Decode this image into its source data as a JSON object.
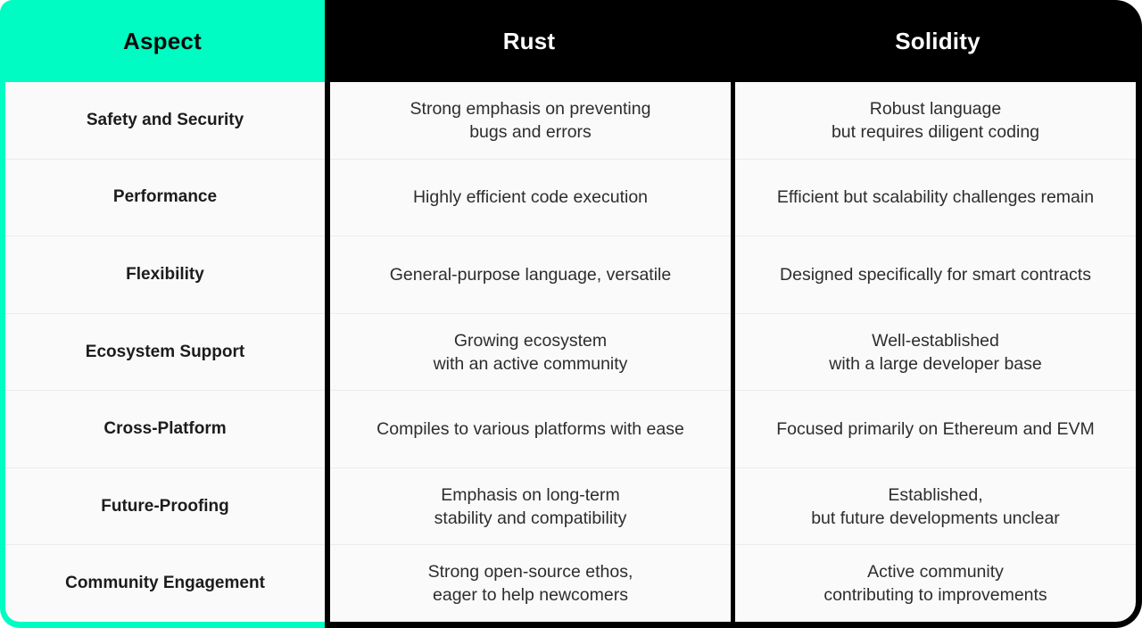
{
  "table": {
    "columns": [
      "Aspect",
      "Rust",
      "Solidity"
    ],
    "rows": [
      {
        "aspect": "Safety and Security",
        "rust": "Strong emphasis on preventing\nbugs and errors",
        "solidity": "Robust language\nbut requires diligent coding"
      },
      {
        "aspect": "Performance",
        "rust": "Highly efficient code execution",
        "solidity": "Efficient but scalability challenges remain"
      },
      {
        "aspect": "Flexibility",
        "rust": "General-purpose language, versatile",
        "solidity": "Designed specifically for smart contracts"
      },
      {
        "aspect": "Ecosystem Support",
        "rust": "Growing ecosystem\nwith an active community",
        "solidity": "Well-established\nwith a large developer base"
      },
      {
        "aspect": "Cross-Platform",
        "rust": "Compiles to various platforms with ease",
        "solidity": "Focused primarily on Ethereum and EVM"
      },
      {
        "aspect": "Future-Proofing",
        "rust": "Emphasis on long-term\nstability and compatibility",
        "solidity": "Established,\nbut future developments unclear"
      },
      {
        "aspect": "Community Engagement",
        "rust": "Strong open-source ethos,\neager to help newcomers",
        "solidity": "Active community\ncontributing to improvements"
      }
    ]
  },
  "colors": {
    "accent_teal": "#00fcc2",
    "header_black": "#000000",
    "body_background": "#fafafa",
    "row_separator": "#ececec",
    "aspect_text": "#1c1c1c",
    "cell_text": "#2d2d2d",
    "header_text_light": "#ffffff"
  },
  "chart_data": {
    "type": "table",
    "title": "Rust vs Solidity comparison",
    "columns": [
      "Aspect",
      "Rust",
      "Solidity"
    ],
    "rows": [
      [
        "Safety and Security",
        "Strong emphasis on preventing bugs and errors",
        "Robust language but requires diligent coding"
      ],
      [
        "Performance",
        "Highly efficient code execution",
        "Efficient but scalability challenges remain"
      ],
      [
        "Flexibility",
        "General-purpose language, versatile",
        "Designed specifically for smart contracts"
      ],
      [
        "Ecosystem Support",
        "Growing ecosystem with an active community",
        "Well-established with a large developer base"
      ],
      [
        "Cross-Platform",
        "Compiles to various platforms with ease",
        "Focused primarily on Ethereum and EVM"
      ],
      [
        "Future-Proofing",
        "Emphasis on long-term stability and compatibility",
        "Established, but future developments unclear"
      ],
      [
        "Community Engagement",
        "Strong open-source ethos, eager to help newcomers",
        "Active community contributing to improvements"
      ]
    ],
    "layout": {
      "legend": false,
      "grid": true,
      "header_styles": [
        "teal-on-black-text",
        "black-on-white-text",
        "black-on-white-text"
      ]
    }
  }
}
